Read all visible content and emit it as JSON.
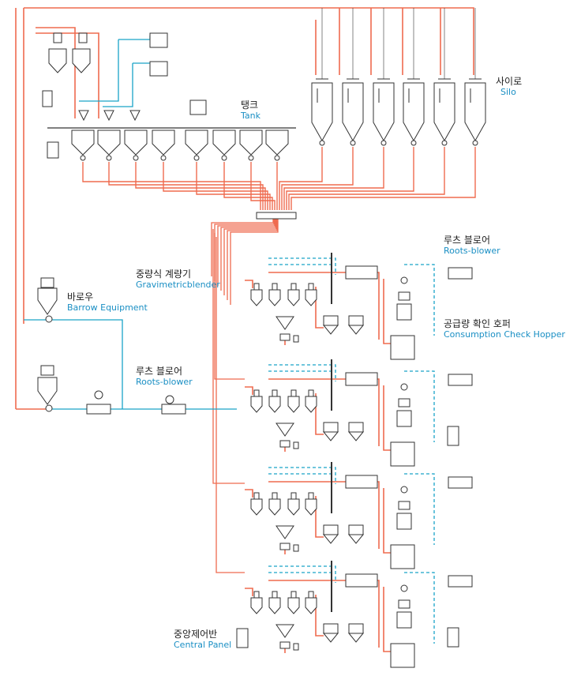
{
  "colors": {
    "pipe": "#ef6b4f",
    "air": "#1aa3c8",
    "equipment": "#333333",
    "label_en": "#1a8fc4"
  },
  "labels": {
    "silo": {
      "ko": "사이로",
      "en": "Silo"
    },
    "tank": {
      "ko": "탱크",
      "en": "Tank"
    },
    "gravimetric": {
      "ko": "중량식 계량기",
      "en": "Gravimetricblender"
    },
    "barrow": {
      "ko": "바로우",
      "en": "Barrow Equipment"
    },
    "roots_left": {
      "ko": "루츠 블로어",
      "en": "Roots-blower"
    },
    "roots_right": {
      "ko": "루츠 블로어",
      "en": "Roots-blower"
    },
    "hopper": {
      "ko": "공급량 확인 호퍼",
      "en": "Consumption Check Hopper"
    },
    "panel": {
      "ko": "중앙제어반",
      "en": "Central Panel"
    }
  }
}
